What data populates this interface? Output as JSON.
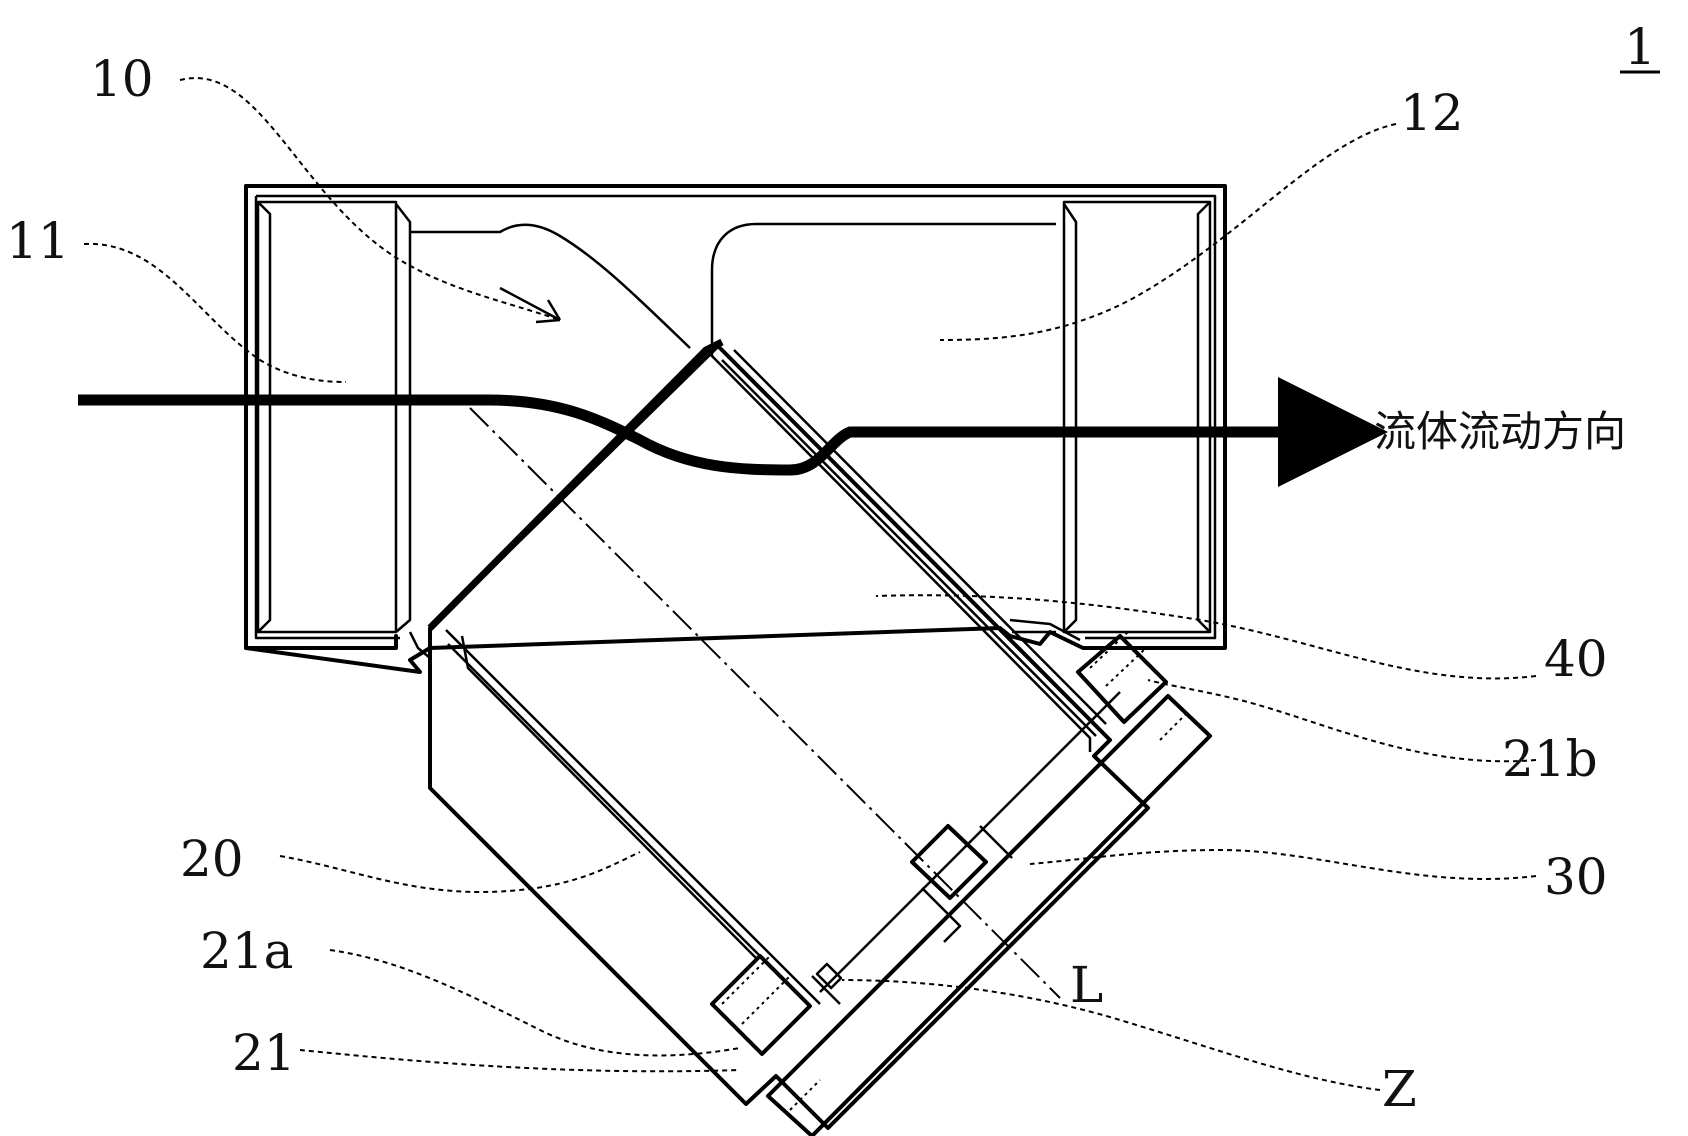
{
  "figure_number": "1",
  "flow_direction_label": "流体流动方向",
  "labels": {
    "valve_body": "10",
    "inlet": "11",
    "outlet": "12",
    "filter_screen": "20",
    "screen_end_a": "21a",
    "screen_end_b": "21b",
    "screen_support": "21",
    "cover": "30",
    "chamber": "40",
    "axis": "L",
    "magnet": "Z"
  },
  "colors": {
    "line": "#000000",
    "background": "#ffffff"
  }
}
